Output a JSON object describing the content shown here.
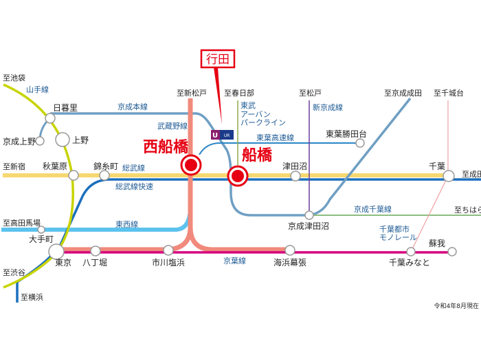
{
  "callout": {
    "label": "行田",
    "icon": "ur-logo-icon",
    "icon_text": "UR"
  },
  "featured_stations": [
    "西船橋",
    "船橋"
  ],
  "stations": {
    "nippori": "日暮里",
    "keisei_ueno": "京成上野",
    "ueno": "上野",
    "akihabara": "秋葉原",
    "kinshicho": "錦糸町",
    "tsudanuma": "津田沼",
    "toyo_katsutadai": "東葉勝田台",
    "chiba": "千葉",
    "keisei_tsudanuma": "京成津田沼",
    "otemachi": "大手町",
    "tokyo": "東京",
    "hatchobori": "八丁堀",
    "ichikawa_shiohama": "市川塩浜",
    "kaihin_makuhari": "海浜幕張",
    "chiba_minato": "千葉みなと",
    "soga": "蘇我"
  },
  "lines": {
    "yamanote": "山手線",
    "keisei_main": "京成本線",
    "musashino": "武蔵野線",
    "sobu": "総武線",
    "sobu_rapid": "総武線快速",
    "tobu_1": "東武",
    "tobu_2": "アーバン",
    "tobu_3": "パークライン",
    "toyo_rapid": "東葉高速線",
    "shin_keisei": "新京成線",
    "keisei_chiba": "京成千葉線",
    "tozai": "東西線",
    "keiyo": "京葉線",
    "monorail_1": "千葉都市",
    "monorail_2": "モノレール"
  },
  "destinations": {
    "ikebukuro": "至池袋",
    "shinjuku": "至新宿",
    "takadanobaba": "至高田馬場",
    "shibuya": "至渋谷",
    "yokohama": "至横浜",
    "shin_matsudo": "至新松戸",
    "kasukabe": "至春日部",
    "matsudo": "至松戸",
    "keisei_narita": "至京成成田",
    "chishirodai": "至千城台",
    "narita": "至成田",
    "chiharadai": "至ちはら台"
  },
  "note": "令和4年8月現在",
  "colors": {
    "yamanote": "#c8d400",
    "keisei": "#6f9fc3",
    "sobu": "#f6d870",
    "sobu_rapid": "#1b6fbd",
    "tozai": "#5cc2ee",
    "musashino": "#f08a7c",
    "keiyo": "#d6007e",
    "toyo": "#2a86c6",
    "tobu": "#8caa4a",
    "shin_keisei": "#6a3fa0",
    "keisei_chiba": "#8cbc80",
    "monorail": "#f0a0a0",
    "highlight": "#e60012"
  }
}
